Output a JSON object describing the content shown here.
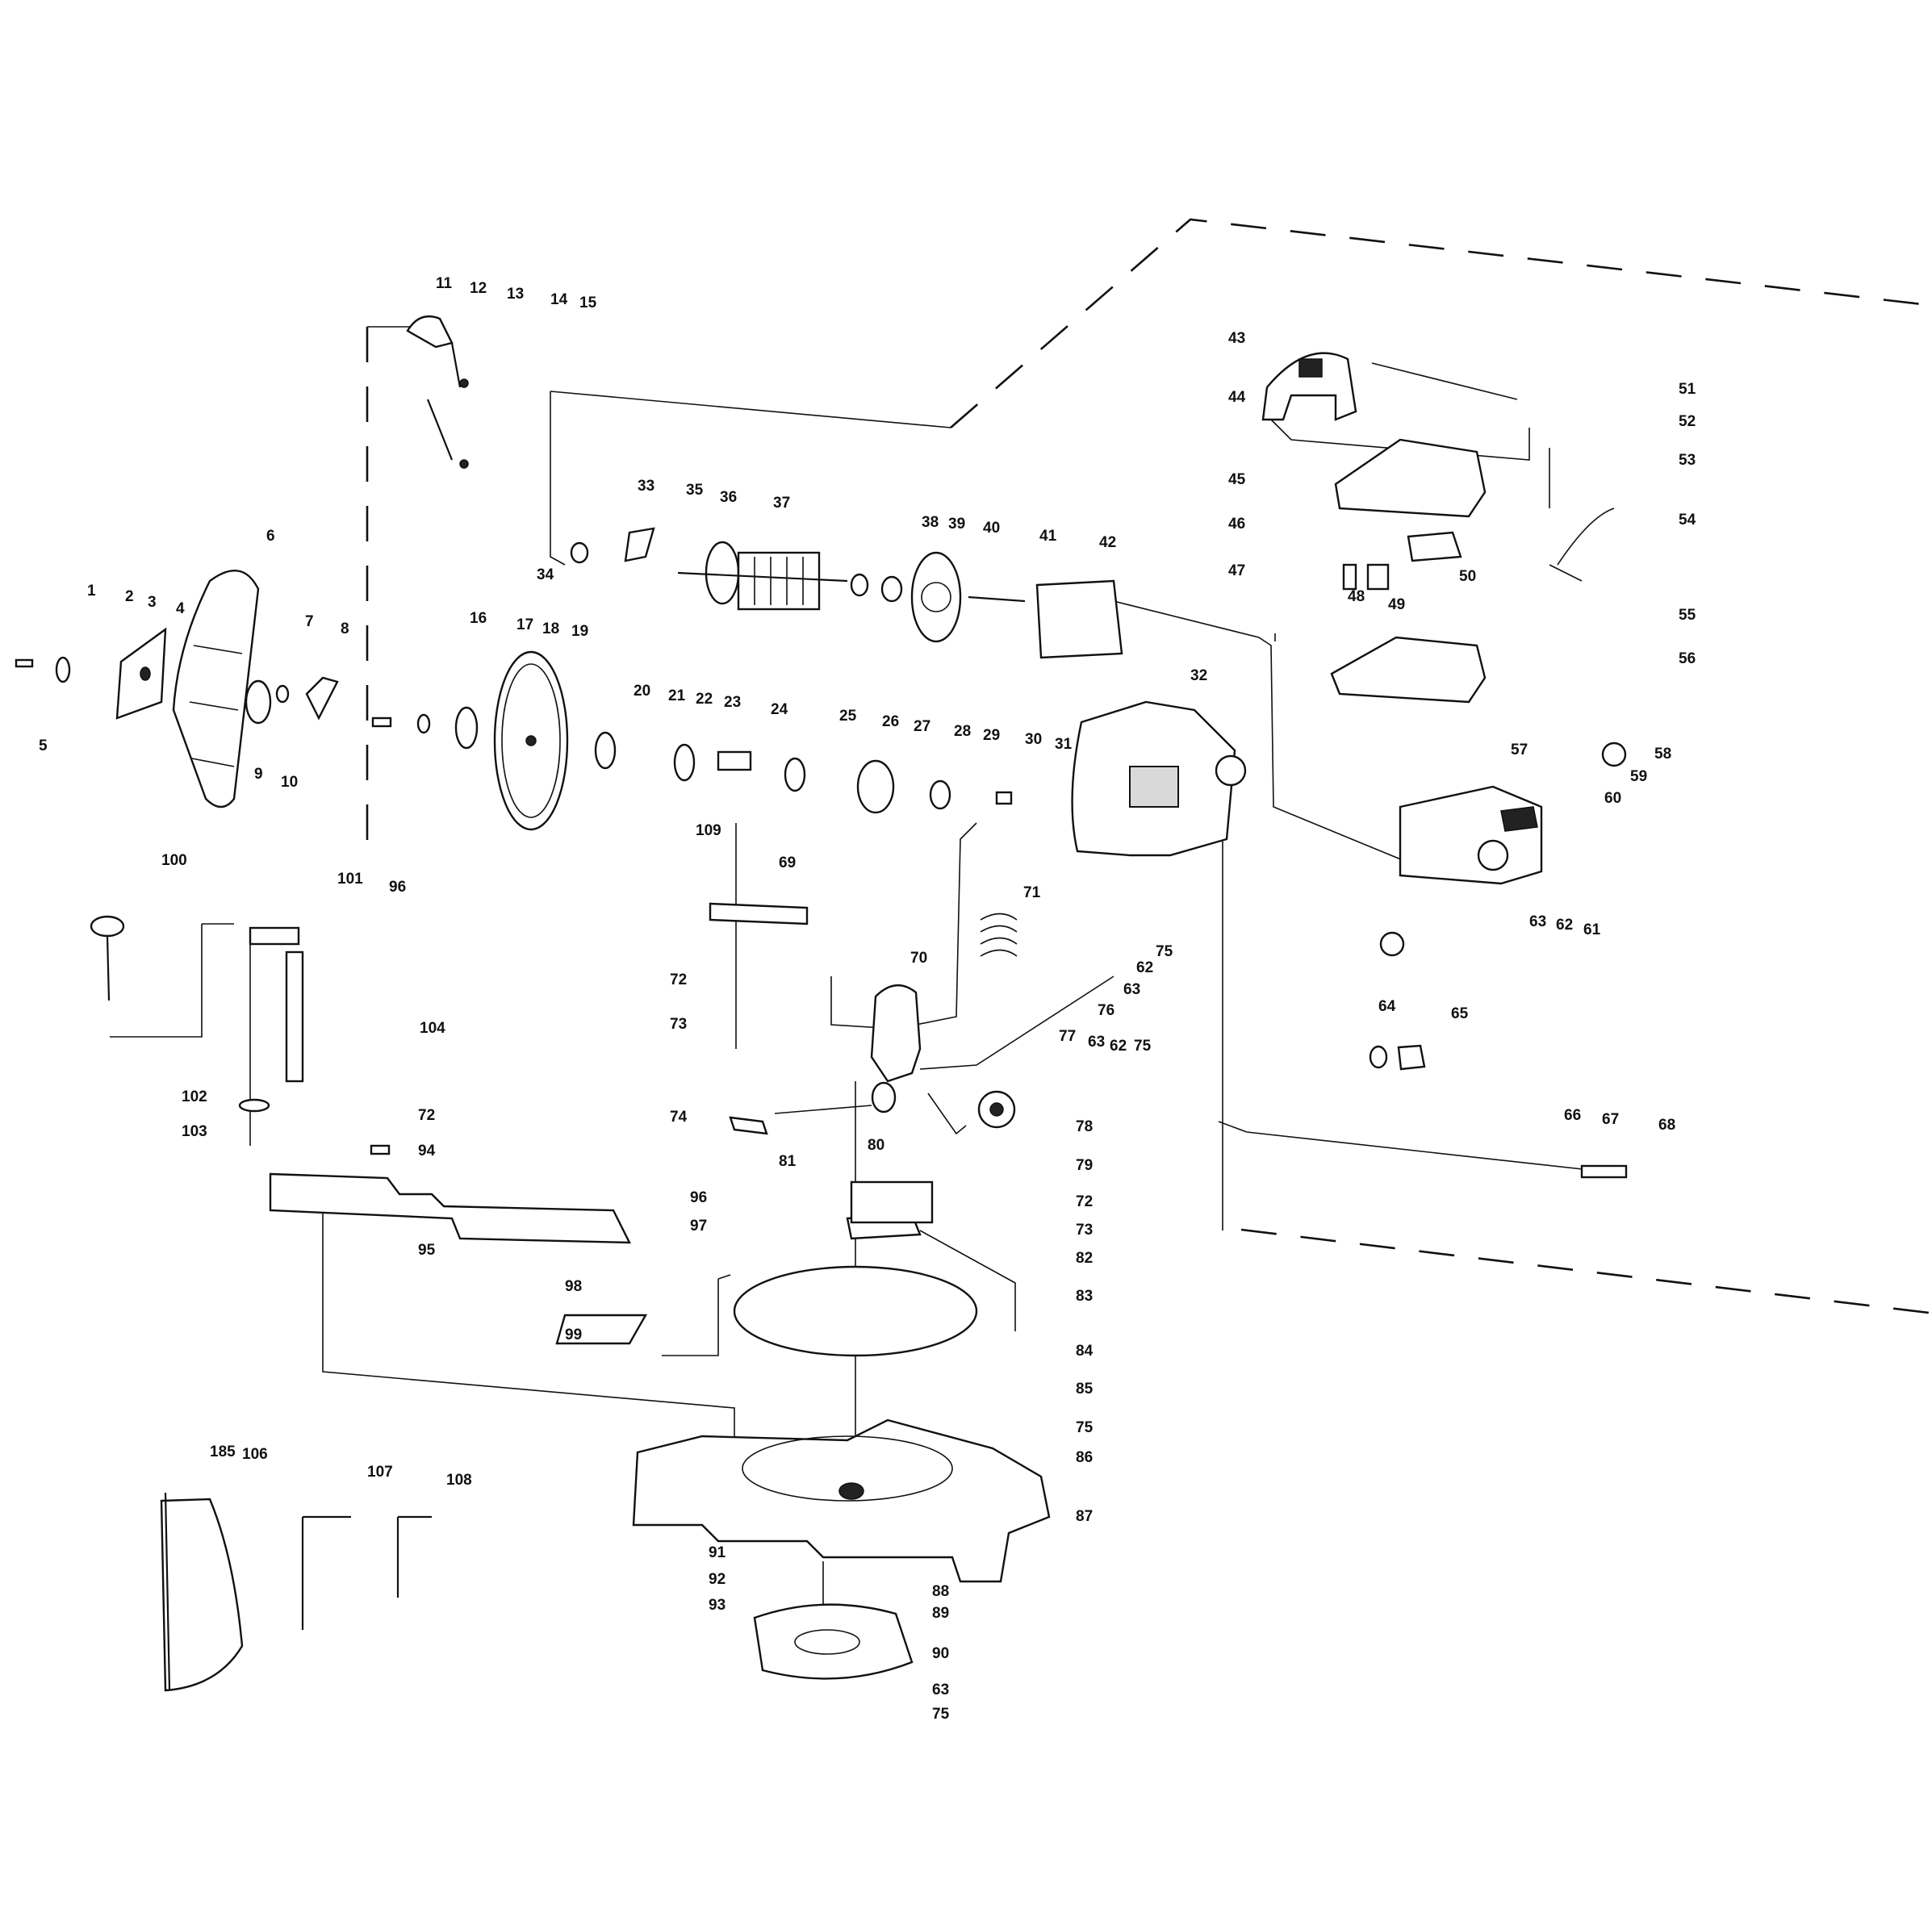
{
  "labels": {
    "l1": "1",
    "l2": "2",
    "l3": "3",
    "l4": "4",
    "l5": "5",
    "l6": "6",
    "l7": "7",
    "l8": "8",
    "l9": "9",
    "l10": "10",
    "l11": "11",
    "l12": "12",
    "l13": "13",
    "l14": "14",
    "l15": "15",
    "l16": "16",
    "l17": "17",
    "l18": "18",
    "l19": "19",
    "l20": "20",
    "l21": "21",
    "l22": "22",
    "l23": "23",
    "l24": "24",
    "l25": "25",
    "l26": "26",
    "l27": "27",
    "l28": "28",
    "l29": "29",
    "l30": "30",
    "l31": "31",
    "l32": "32",
    "l33": "33",
    "l34": "34",
    "l35": "35",
    "l36": "36",
    "l37": "37",
    "l38": "38",
    "l39": "39",
    "l40": "40",
    "l41": "41",
    "l42": "42",
    "l43": "43",
    "l44": "44",
    "l45": "45",
    "l46": "46",
    "l47": "47",
    "l48": "48",
    "l49": "49",
    "l50": "50",
    "l51": "51",
    "l52": "52",
    "l53": "53",
    "l54": "54",
    "l55": "55",
    "l56": "56",
    "l57": "57",
    "l58": "58",
    "l59": "59",
    "l60": "60",
    "l61": "61",
    "l62a": "62",
    "l63a": "63",
    "l64": "64",
    "l65": "65",
    "l66": "66",
    "l67": "67",
    "l68": "68",
    "l69": "69",
    "l70": "70",
    "l71": "71",
    "l72a": "72",
    "l73a": "73",
    "l74": "74",
    "l75a": "75",
    "l62b": "62",
    "l63b": "63",
    "l76": "76",
    "l77": "77",
    "l63c": "63",
    "l62c": "62",
    "l75b": "75",
    "l78": "78",
    "l79": "79",
    "l80": "80",
    "l81": "81",
    "l72b": "72",
    "l73b": "73",
    "l82": "82",
    "l83": "83",
    "l84": "84",
    "l85": "85",
    "l75c": "75",
    "l86": "86",
    "l87": "87",
    "l88": "88",
    "l89": "89",
    "l90": "90",
    "l63d": "63",
    "l75d": "75",
    "l91": "91",
    "l92": "92",
    "l93": "93",
    "l72c": "72",
    "l94": "94",
    "l95": "95",
    "l96a": "96",
    "l97": "97",
    "l98": "98",
    "l99": "99",
    "l100": "100",
    "l101": "101",
    "l96b": "96",
    "l102": "102",
    "l103": "103",
    "l104": "104",
    "l185": "185",
    "l106": "106",
    "l107": "107",
    "l108": "108",
    "l109": "109"
  }
}
